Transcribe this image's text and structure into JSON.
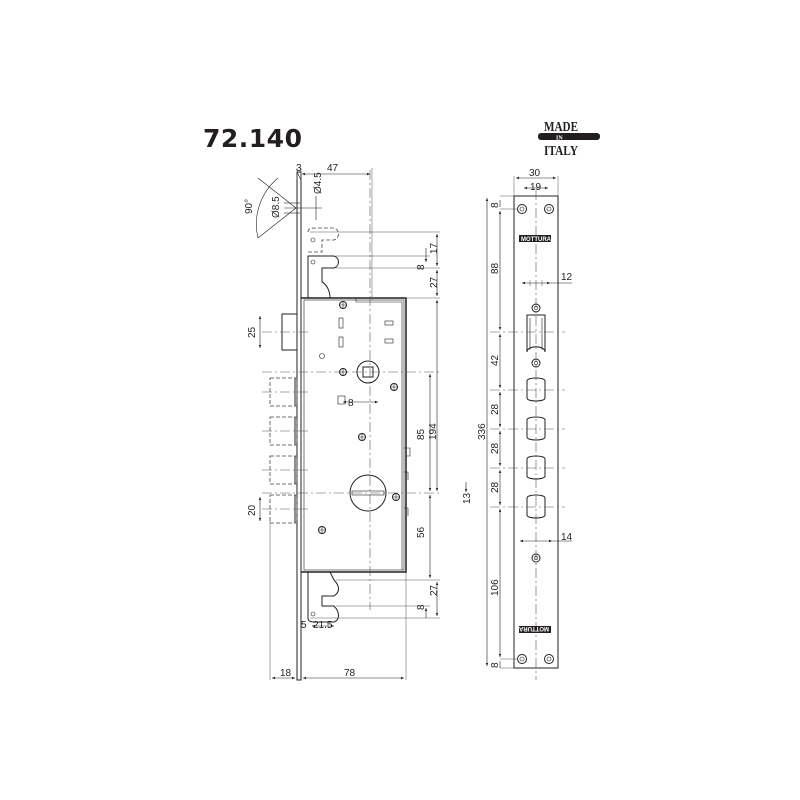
{
  "title": "72.140",
  "badge": {
    "line1": "MADE",
    "line2": "IN",
    "line3": "ITALY"
  },
  "brand_label": "MOTTURA",
  "colors": {
    "ink": "#231f20",
    "background": "#ffffff"
  },
  "lock_body_dims": {
    "faceplate_thickness": "3",
    "backset": "47",
    "angle": "90°",
    "dia_85": "Ø8.5",
    "dia_45": "Ø4.5",
    "top_17": "17",
    "top_8": "8",
    "top_27": "27",
    "latch_25": "25",
    "spindle_8": "8",
    "center_85": "85",
    "center_194": "194",
    "center_13": "13",
    "bolt_20": "20",
    "lower_56": "56",
    "bottom_27": "27",
    "bottom_8": "8",
    "hook_5": "5",
    "hook_215": "21.5",
    "width_18": "18",
    "width_78": "78"
  },
  "strike_dims": {
    "width_30": "30",
    "width_19": "19",
    "top_8": "8",
    "span_88": "88",
    "latch_12": "12",
    "span_42": "42",
    "bolt_28a": "28",
    "bolt_28b": "28",
    "bolt_28c": "28",
    "total_336": "336",
    "lower_14": "14",
    "span_106": "106",
    "bottom_8": "8"
  }
}
